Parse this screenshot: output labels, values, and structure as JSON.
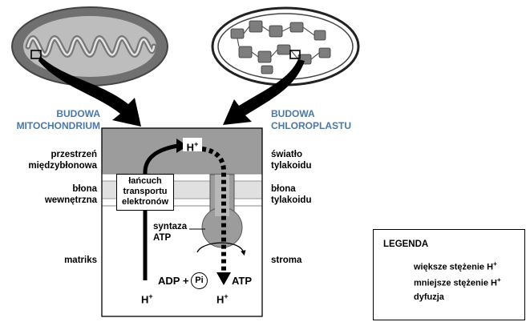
{
  "labels": {
    "mito_title": [
      "BUDOWA",
      "MITOCHONDRIUM"
    ],
    "chloro_title": [
      "BUDOWA",
      "CHLOROPLASTU"
    ],
    "intermembrane": [
      "przestrzeń",
      "międzybłonowa"
    ],
    "inner_membrane": [
      "błona",
      "wewnętrzna"
    ],
    "matrix": "matriks",
    "thylakoid_lumen": [
      "światło",
      "tylakoidu"
    ],
    "thylakoid_membrane": [
      "błona",
      "tylakoidu"
    ],
    "stroma": "stroma",
    "etc": [
      "łańcuch",
      "transportu",
      "elektronów"
    ],
    "synthase": [
      "syntaza",
      "ATP"
    ],
    "h_top": "H",
    "h_bottom_left": "H",
    "h_bottom_right": "H",
    "plus_sign": "+",
    "adp": "ADP +",
    "pi": "Pi",
    "atp": "ATP"
  },
  "legend": {
    "title": "LEGENDA",
    "items": [
      {
        "label": "większe stężenie  H",
        "fill": "#9c9c9c"
      },
      {
        "label": "mniejsze stężenie H",
        "fill": "#ffffff"
      },
      {
        "label": "dyfuzja",
        "type": "dotted"
      }
    ]
  },
  "colors": {
    "high_concentration": "#9c9c9c",
    "membrane": "#e0e0e0",
    "title_blue": "#4a78a8",
    "organelle": "#7a7a7a"
  }
}
